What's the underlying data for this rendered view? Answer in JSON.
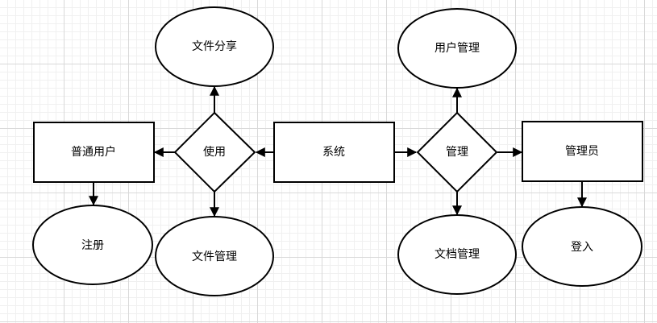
{
  "nodes": {
    "system": "系统",
    "use": "使用",
    "manage": "管理",
    "normal_user": "普通用户",
    "admin": "管理员",
    "file_share": "文件分享",
    "file_manage": "文件管理",
    "register": "注册",
    "user_manage": "用户管理",
    "doc_manage": "文档管理",
    "login": "登入"
  },
  "colors": {
    "stroke": "#000000",
    "fill": "#ffffff",
    "grid": "#d9d9d9"
  }
}
